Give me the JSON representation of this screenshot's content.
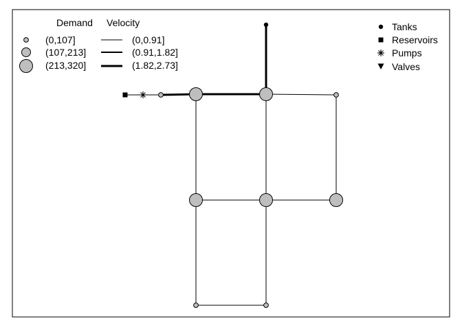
{
  "legend_left": {
    "demand_header": "Demand",
    "velocity_header": "Velocity",
    "demand_classes": [
      "(0,107]",
      "(107,213]",
      "(213,320]"
    ],
    "velocity_classes": [
      "(0,0.91]",
      "(0.91,1.82]",
      "(1.82,2.73]"
    ]
  },
  "legend_right": {
    "items": [
      {
        "label": "Tanks",
        "icon": "filled-circle-icon"
      },
      {
        "label": "Reservoirs",
        "icon": "filled-square-icon"
      },
      {
        "label": "Pumps",
        "icon": "asterisk-icon"
      },
      {
        "label": "Valves",
        "icon": "down-triangle-icon"
      }
    ]
  },
  "colors": {
    "junction_fill": "#bebebe",
    "stroke": "#000000",
    "background": "#ffffff"
  },
  "network": {
    "junction_demand_class": {
      "j10": 0,
      "j11": 2,
      "j12": 2,
      "j13": 0,
      "j21": 2,
      "j22": 2,
      "j23": 2,
      "j31": 0,
      "j32": 0
    },
    "pipe_velocity_class": {
      "p10": 2,
      "p11": 2,
      "p12": 0,
      "p110": 2,
      "p111": 0,
      "p112": 0,
      "p113": 0,
      "p121": 0,
      "p122": 0,
      "p21": 0,
      "p22": 0,
      "p31": 0
    }
  }
}
